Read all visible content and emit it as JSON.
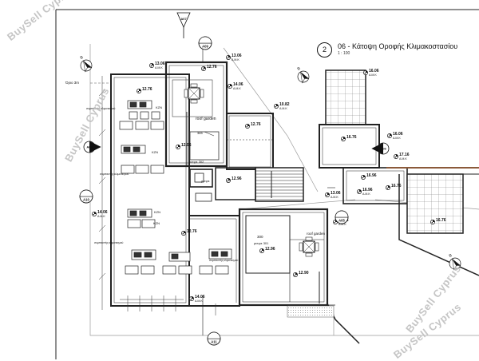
{
  "watermark": {
    "text": "BuySell Cyprus",
    "color": "#969696"
  },
  "sheet": {
    "number": "2",
    "title": "06 - Κάτοψη Οροφής Κλιμακοστασίου",
    "scale": "1 : 100"
  },
  "section_markers": [
    {
      "id": "A07",
      "label": "A07"
    },
    {
      "id": "A09",
      "label": "A09"
    },
    {
      "id": "A06l",
      "label": "A06"
    },
    {
      "id": "A06r",
      "label": "A06"
    },
    {
      "id": "A10",
      "label": "A10"
    },
    {
      "id": "A05",
      "label": "A05"
    },
    {
      "id": "A11",
      "label": "A11"
    }
  ],
  "north_arrows": [
    {
      "id": "n1",
      "label": "B"
    },
    {
      "id": "n2",
      "label": "B"
    },
    {
      "id": "n3",
      "label": "B"
    }
  ],
  "levels": [
    {
      "id": "L1",
      "main": "13.06",
      "sub": "A.M.K"
    },
    {
      "id": "L2",
      "main": "13.06",
      "sub": "A.M.K"
    },
    {
      "id": "L3",
      "main": "14.06",
      "sub": "A.M.K"
    },
    {
      "id": "L4",
      "main": "12.76",
      "sub": ""
    },
    {
      "id": "L5",
      "main": "10.82",
      "sub": "A.M.K"
    },
    {
      "id": "L6",
      "main": "12.76",
      "sub": ""
    },
    {
      "id": "L7",
      "main": "12.96",
      "sub": ""
    },
    {
      "id": "L8",
      "main": "12.96",
      "sub": ""
    },
    {
      "id": "L9",
      "main": "14.06",
      "sub": "A.M.K"
    },
    {
      "id": "L10",
      "main": "12.76",
      "sub": ""
    },
    {
      "id": "L11",
      "main": "13.06",
      "sub": "A.M.K"
    },
    {
      "id": "L12",
      "main": "12.96",
      "sub": ""
    },
    {
      "id": "L13",
      "main": "14.06",
      "sub": "A.M.K"
    },
    {
      "id": "L14",
      "main": "12.90",
      "sub": ""
    },
    {
      "id": "L15",
      "main": "14.06",
      "sub": "A.M.K"
    },
    {
      "id": "L16",
      "main": "16.06",
      "sub": "A.M.K"
    },
    {
      "id": "L17",
      "main": "16.06",
      "sub": "A.M.K"
    },
    {
      "id": "L18",
      "main": "16.76",
      "sub": ""
    },
    {
      "id": "L19",
      "main": "17.16",
      "sub": "A.M.K"
    },
    {
      "id": "L20",
      "main": "16.96",
      "sub": ""
    },
    {
      "id": "L21",
      "main": "16.76",
      "sub": ""
    },
    {
      "id": "L22",
      "main": "16.96",
      "sub": "A.M.K"
    },
    {
      "id": "L23",
      "main": "16.76",
      "sub": ""
    },
    {
      "id": "L24",
      "main": "12.76",
      "sub": ""
    }
  ],
  "room_labels": [
    {
      "id": "R1",
      "text": "roof garden"
    },
    {
      "id": "R2",
      "text": "roof garden"
    },
    {
      "id": "R3",
      "text": "365"
    },
    {
      "id": "R4",
      "text": "ρετιρε 302"
    },
    {
      "id": "R5",
      "text": "300"
    },
    {
      "id": "R6",
      "text": "ρετιρε 301"
    },
    {
      "id": "R7",
      "text": "ρετιρε"
    },
    {
      "id": "R8",
      "text": "Όριο 3m"
    }
  ],
  "equipment_labels": [
    {
      "id": "E1",
      "text": "KZN"
    },
    {
      "id": "E2",
      "text": "KZN"
    },
    {
      "id": "E3",
      "text": "KZN"
    },
    {
      "id": "E4",
      "text": "KZN"
    },
    {
      "id": "E5",
      "text": "συμπιεστής κλιματισμού"
    },
    {
      "id": "E6",
      "text": "συμπιεστής κλιματισμού"
    },
    {
      "id": "E7",
      "text": "συμπιεστής κλιματισμού"
    },
    {
      "id": "E8",
      "text": "συμπιεστής κλιματισμού"
    }
  ]
}
